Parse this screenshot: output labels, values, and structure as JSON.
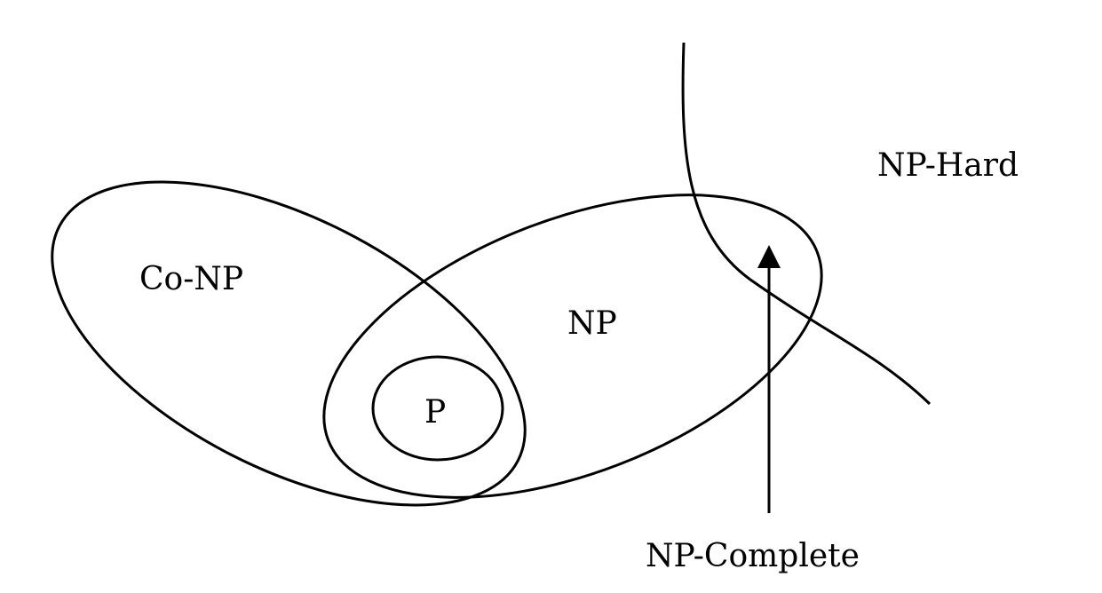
{
  "diagram": {
    "labels": {
      "co_np": "Co-NP",
      "np": "NP",
      "p": "P",
      "np_hard": "NP-Hard",
      "np_complete": "NP-Complete"
    },
    "stroke_color": "#000000",
    "background_color": "#ffffff"
  }
}
